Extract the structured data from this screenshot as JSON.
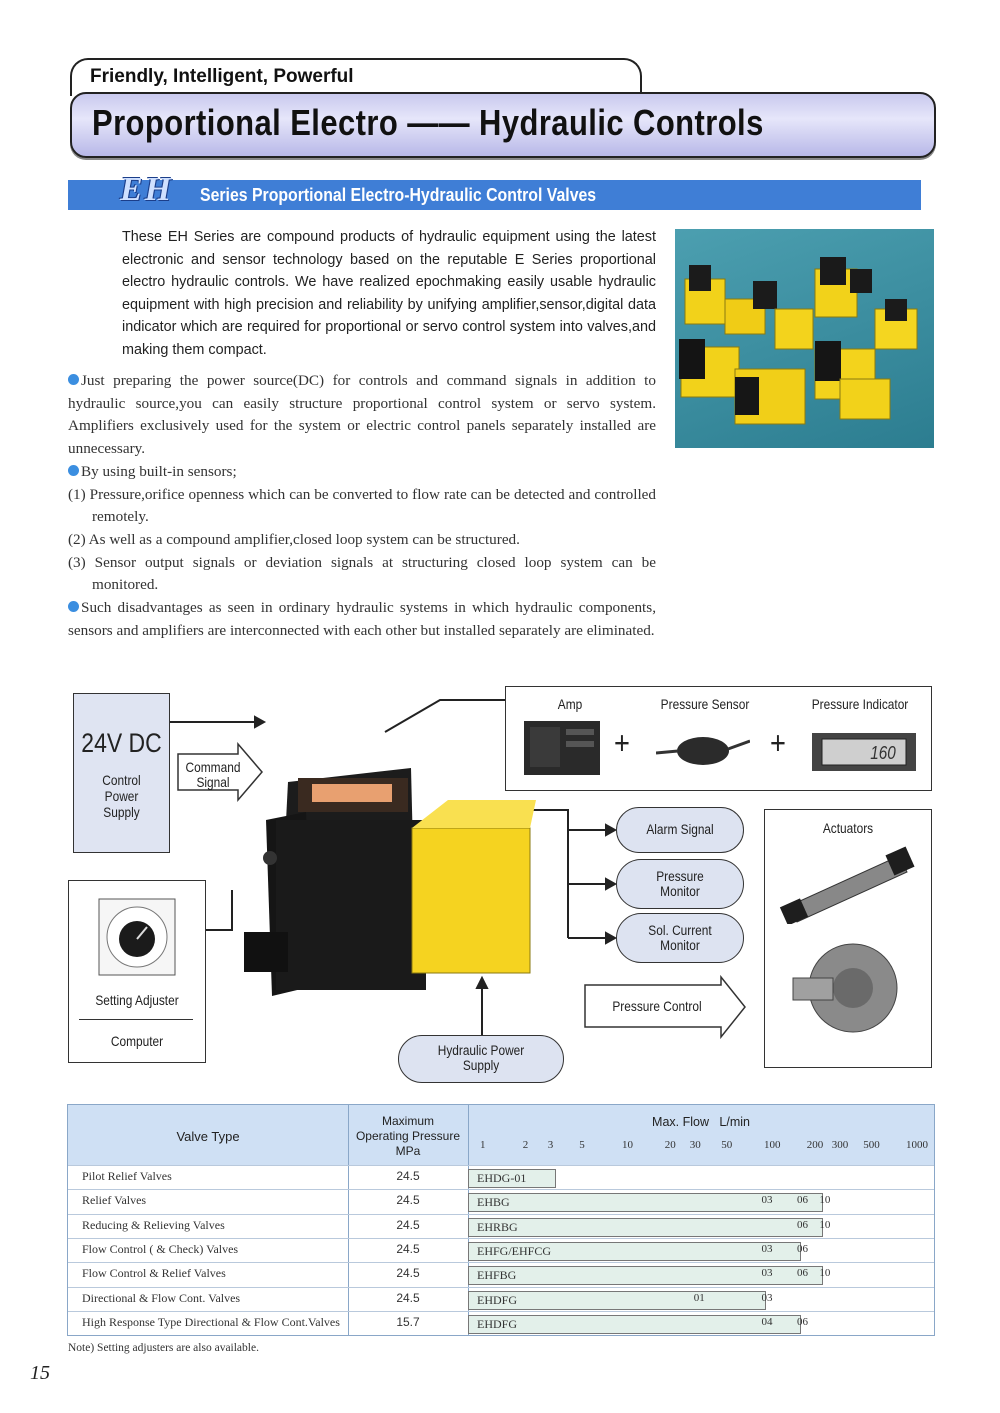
{
  "header": {
    "tagline": "Friendly, Intelligent, Powerful",
    "title": "Proportional Electro —— Hydraulic Controls"
  },
  "series": {
    "logo": "EH",
    "title": "Series Proportional Electro-Hydraulic Control Valves"
  },
  "intro": "These EH Series are compound products of hydraulic equipment using the latest electronic and sensor technology based on the reputable E Series proportional electro hydraulic controls. We have realized epochmaking easily usable hydraulic equipment with high precision and reliability by unifying amplifier,sensor,digital data indicator which are required for proportional or servo control system into valves,and making them compact.",
  "paragraphs": {
    "p1": "Just preparing the power source(DC) for controls and command signals in addition to hydraulic source,you can easily structure proportional control system or servo system. Amplifiers exclusively used for the system or electric control panels separately installed are unnecessary.",
    "p2": "By using built-in sensors;",
    "l1": "(1) Pressure,orifice openness which can be converted to flow rate can be detected and controlled remotely.",
    "l2": "(2) As well as a compound amplifier,closed loop system can be structured.",
    "l3": "(3) Sensor output signals or deviation signals at structuring closed loop system can be monitored.",
    "p3": "Such disadvantages as seen in ordinary hydraulic systems in which hydraulic components, sensors and amplifiers are interconnected with each other but installed separately are eliminated."
  },
  "diagram": {
    "power_big": "24V DC",
    "power_sub": "Control\nPower\nSupply",
    "command": "Command\nSignal",
    "setting": "Setting Adjuster",
    "computer": "Computer",
    "amp": "Amp",
    "pressure_sensor": "Pressure Sensor",
    "pressure_indicator": "Pressure Indicator",
    "plus": "+",
    "indicator_readout": "160",
    "alarm": "Alarm Signal",
    "pressure_monitor": "Pressure\nMonitor",
    "sol_current": "Sol. Current\nMonitor",
    "pressure_control": "Pressure Control",
    "actuators": "Actuators",
    "hyd_power": "Hydraulic Power\nSupply"
  },
  "table": {
    "col_valve": "Valve Type",
    "col_pressure": "Maximum\nOperating Pressure\nMPa",
    "col_flow": "Max. Flow   L/min",
    "scale": [
      "1",
      "2",
      "3",
      "5",
      "10",
      "20",
      "30",
      "50",
      "100",
      "200",
      "300",
      "500",
      "1000"
    ],
    "rows": [
      {
        "type": "Pilot Relief Valves",
        "mpa": "24.5",
        "code": "EHDG-01",
        "marks": []
      },
      {
        "type": "Relief Valves",
        "mpa": "24.5",
        "code": "EHBG",
        "marks": [
          "03",
          "06",
          "10"
        ]
      },
      {
        "type": "Reducing & Relieving Valves",
        "mpa": "24.5",
        "code": "EHRBG",
        "marks": [
          "06",
          "10"
        ]
      },
      {
        "type": "Flow Control ( & Check) Valves",
        "mpa": "24.5",
        "code": "EHFG/EHFCG",
        "marks": [
          "03",
          "06"
        ]
      },
      {
        "type": "Flow Control & Relief Valves",
        "mpa": "24.5",
        "code": "EHFBG",
        "marks": [
          "03",
          "06",
          "10"
        ]
      },
      {
        "type": "Directional & Flow Cont. Valves",
        "mpa": "24.5",
        "code": "EHDFG",
        "marks": [
          "01",
          "03"
        ]
      },
      {
        "type": "High Response Type Directional & Flow Cont.Valves",
        "mpa": "15.7",
        "code": "EHDFG",
        "marks": [
          "04",
          "06"
        ]
      }
    ],
    "note": "Note)  Setting adjusters are also available."
  },
  "page_number": "15"
}
